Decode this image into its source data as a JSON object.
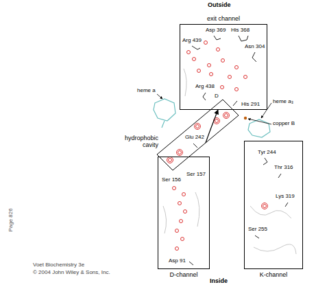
{
  "diagram": {
    "nodes": [
      {
        "text": [
          "exit channel"
        ]
      },
      {
        "text": [
          "hydrophobic cavity"
        ]
      },
      {
        "text": [
          "D-channel"
        ]
      },
      {
        "text": [
          "K-channel"
        ]
      }
    ],
    "edges": [
      {
        "from": 1,
        "to": 0,
        "arrow": "to"
      }
    ],
    "labels": [
      "Outside",
      "Asp 369",
      "His 368",
      "Arg 439",
      "Asn 304",
      "Arg 438",
      "D",
      "His 291",
      "heme a",
      "heme a₃",
      "copper B",
      "Glu 242",
      "Tyr 244",
      "Thr 316",
      "Ser 157",
      "Ser 156",
      "Lys 319",
      "Ser 255",
      "Asp 91",
      "Page 826",
      "Voet Biochemistry 3e",
      "© 2004 John Wiley & Sons, Inc.",
      "Inside"
    ]
  }
}
